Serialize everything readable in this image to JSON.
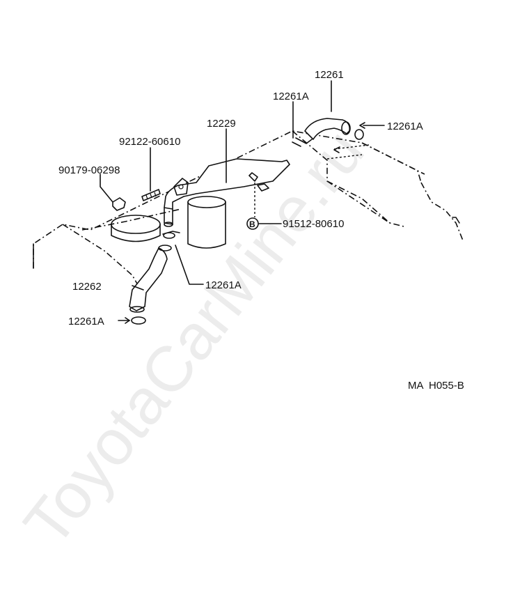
{
  "watermark": "ToyotaCarMine.ru",
  "labels": {
    "p12261": "12261",
    "p12261A_top": "12261A",
    "p12261A_right": "12261A",
    "p12229": "12229",
    "p92122": "92122-60610",
    "p90179": "90179-06298",
    "pB_badge": "B",
    "p91512": "91512-80610",
    "p12261A_mid": "12261A",
    "p12262": "12262",
    "p12261A_bottom": "12261A"
  },
  "drawing_code": "MA  H055-B"
}
